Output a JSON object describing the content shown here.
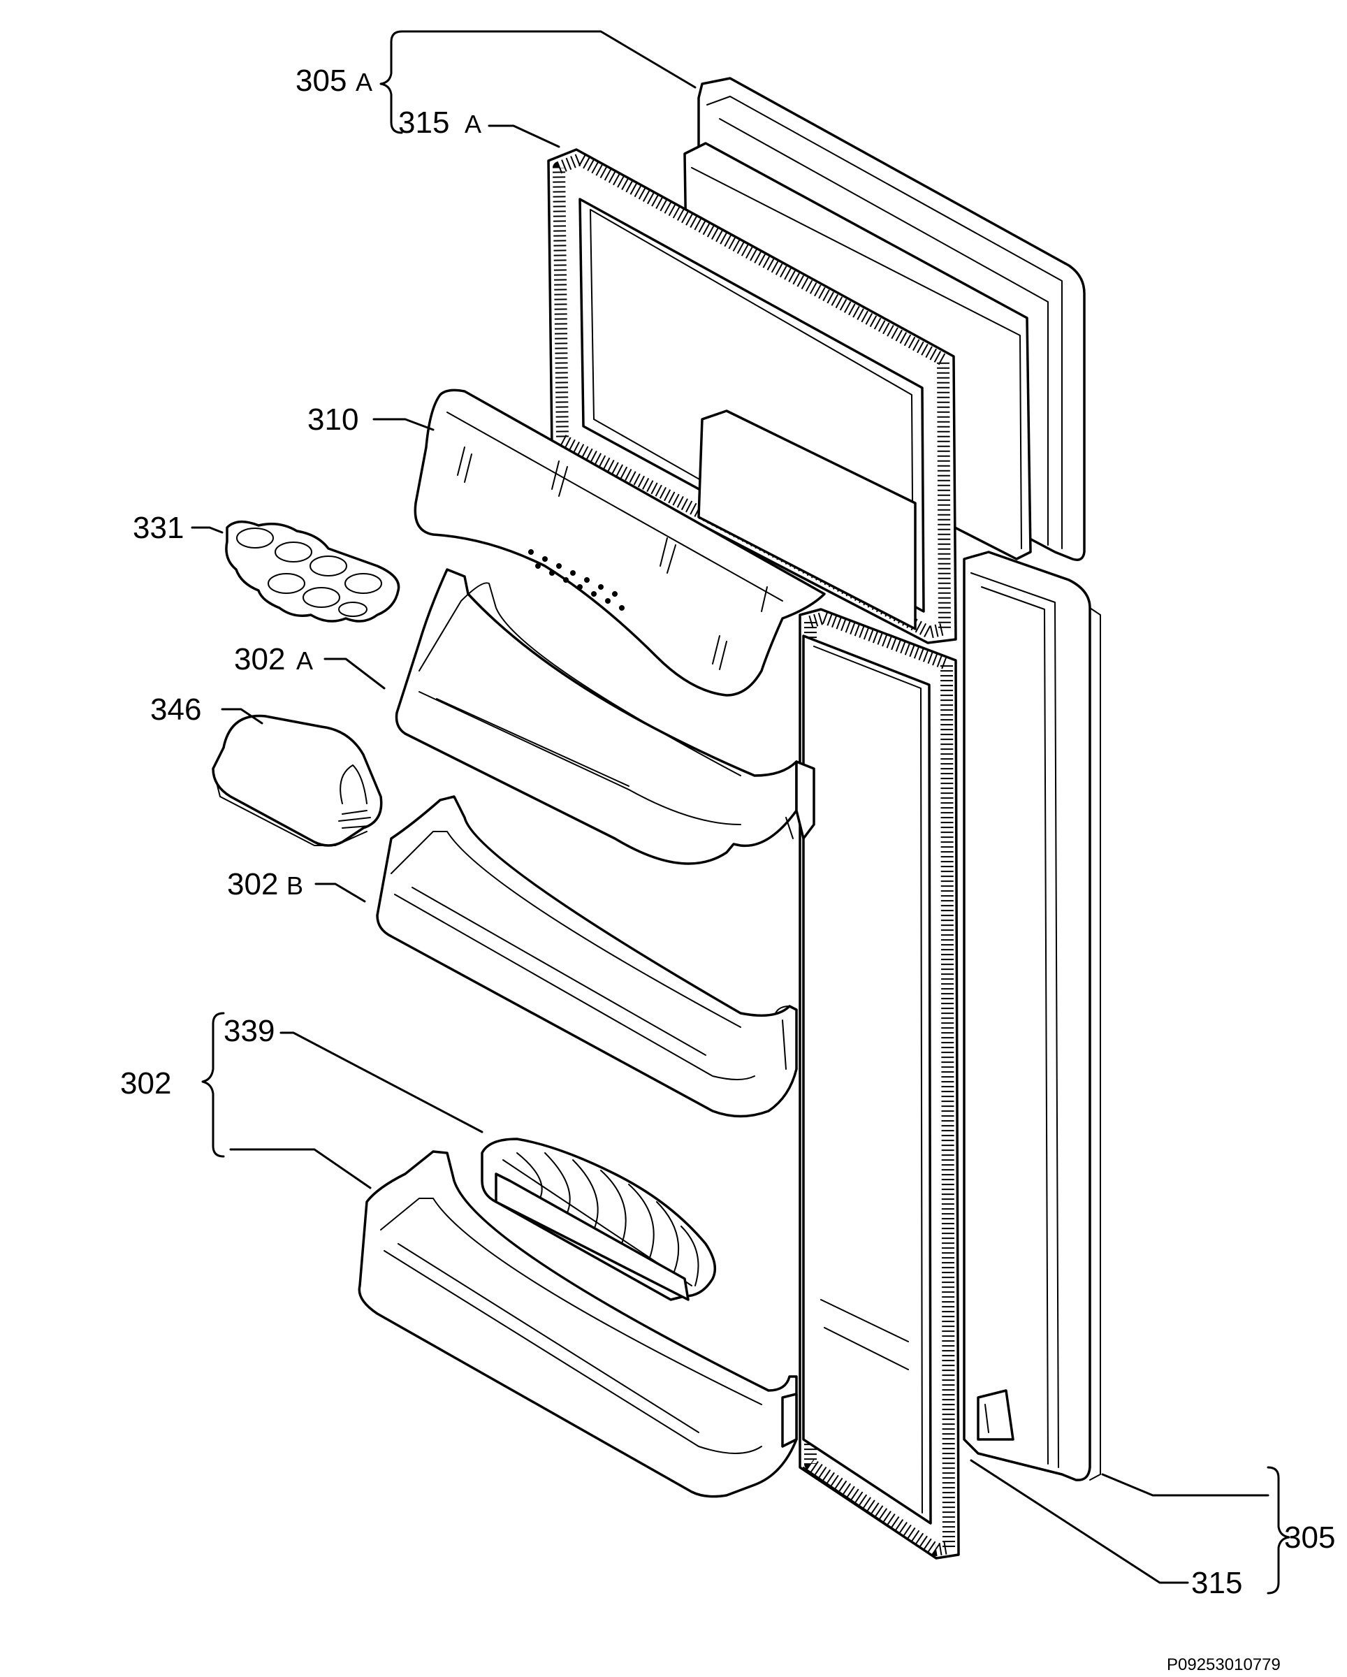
{
  "labels": {
    "l305a": {
      "num": "305",
      "suffix": "A"
    },
    "l315a": {
      "num": "315",
      "suffix": "A"
    },
    "l310": {
      "num": "310"
    },
    "l331": {
      "num": "331"
    },
    "l302a": {
      "num": "302",
      "suffix": "A"
    },
    "l346": {
      "num": "346"
    },
    "l302b": {
      "num": "302",
      "suffix": "B"
    },
    "l339": {
      "num": "339"
    },
    "l302": {
      "num": "302"
    },
    "l305": {
      "num": "305"
    },
    "l315": {
      "num": "315"
    }
  },
  "reference": "P09253010779"
}
